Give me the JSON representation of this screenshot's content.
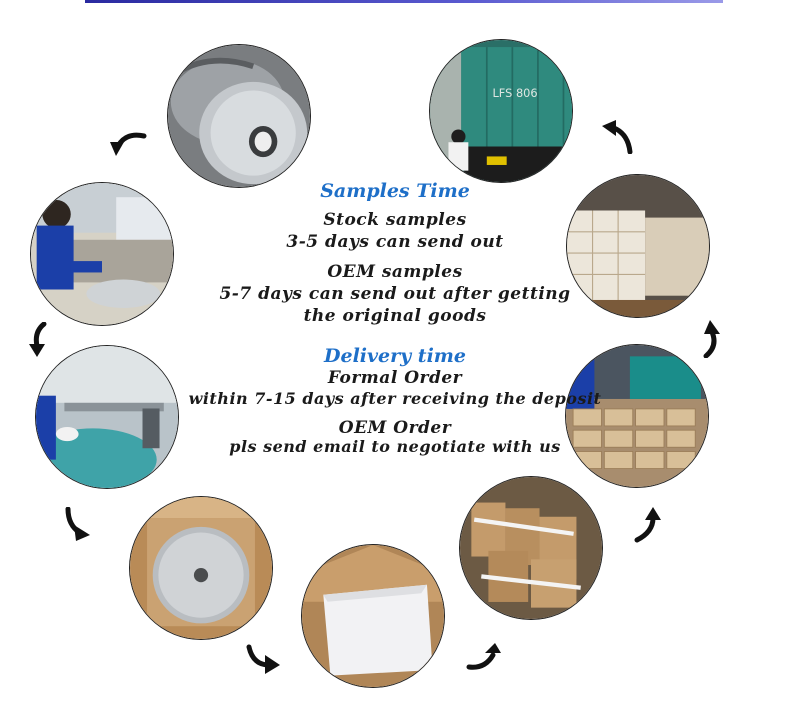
{
  "samples": {
    "heading": "Samples Time",
    "stock_title": "Stock samples",
    "stock_desc": "3-5 days can send out",
    "oem_title": "OEM samples",
    "oem_desc_1": "5-7 days can send out after getting",
    "oem_desc_2": "the original goods"
  },
  "delivery": {
    "heading": "Delivery time",
    "formal_title": "Formal Order",
    "formal_desc": "within 7-15 days after receiving the deposit",
    "oem_title": "OEM Order",
    "oem_desc": "pls send email to negotiate with us"
  },
  "truck_plate": "LFS 806",
  "colors": {
    "heading_blue": "#1e6fc8",
    "text": "#1a1a1a",
    "arrow": "#111111",
    "top_bar": "#3a3ab8"
  },
  "icons": {
    "arrow": "curved-arrow-icon"
  }
}
